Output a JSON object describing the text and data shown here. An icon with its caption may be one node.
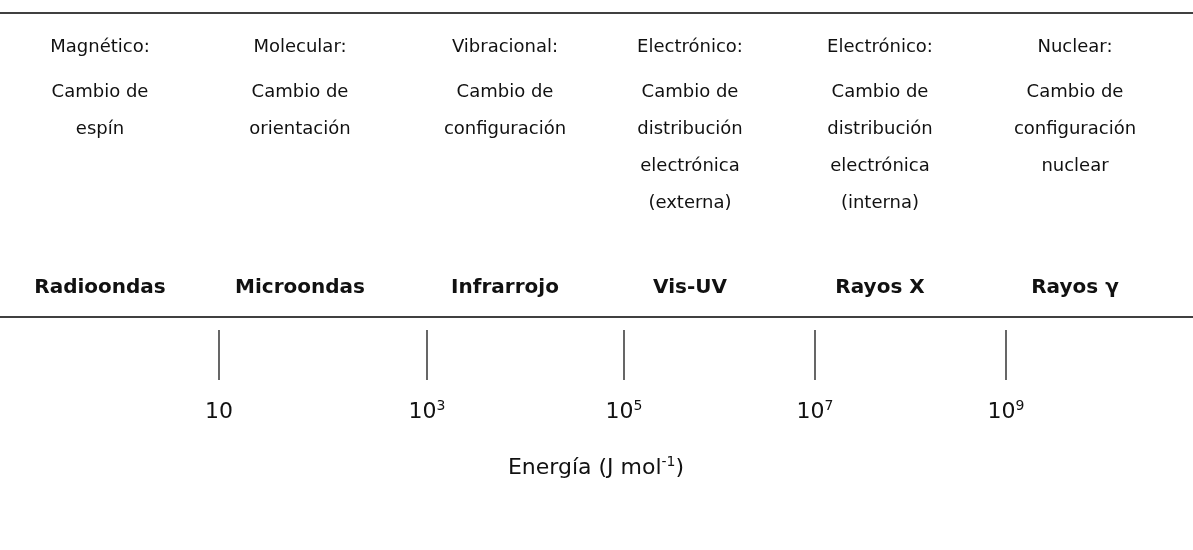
{
  "diagram": {
    "labels": [
      "Magnético:",
      "Molecular:",
      "Vibracional:",
      "Electrónico:",
      "Electrónico:",
      "Nuclear:",
      "Cambio de espín",
      "Cambio de orientación",
      "Cambio de configuración",
      "Cambio de distribución electrónica (externa)",
      "Cambio de distribución electrónica (interna)",
      "Cambio de configuración nuclear",
      "Radioondas",
      "Microondas",
      "Infrarrojo",
      "Vis-UV",
      "Rayos X",
      "Rayos γ",
      "10",
      "10$^{3}$",
      "10$^{5}$",
      "10$^{7}$",
      "10$^{9}$",
      "Energía (J mol$^{-1}$)"
    ]
  }
}
